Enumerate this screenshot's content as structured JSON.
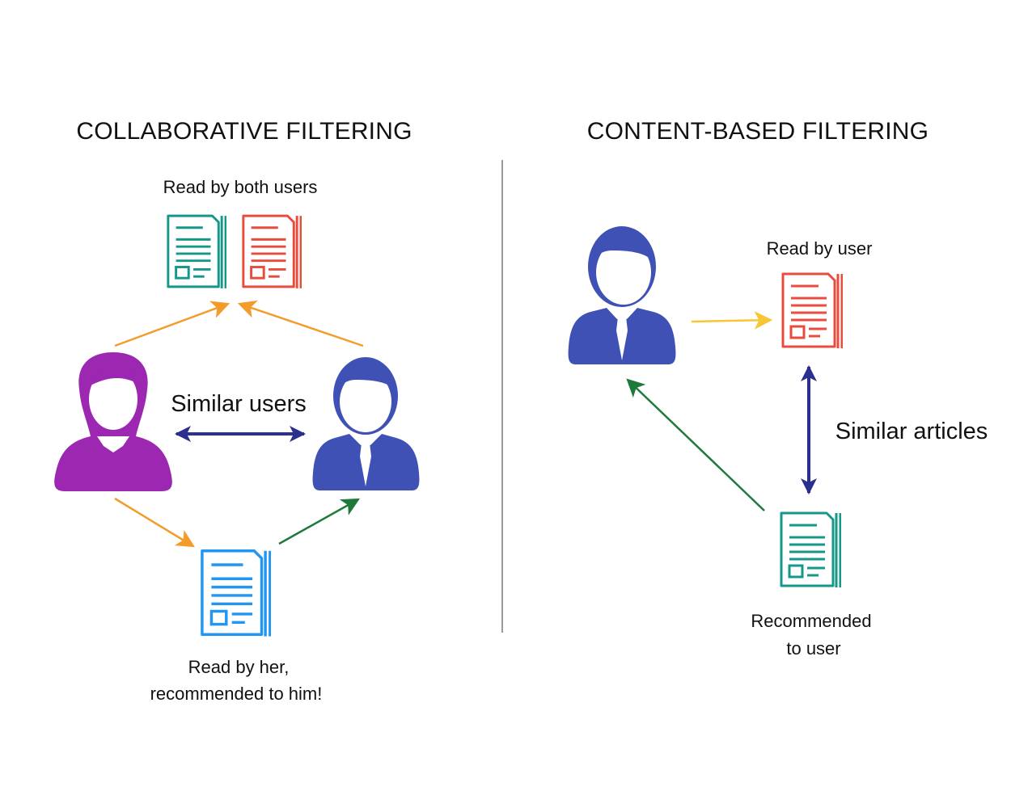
{
  "collaborative": {
    "title": "COLLABORATIVE FILTERING",
    "read_by_both_label": "Read by both users",
    "similar_users_label": "Similar users",
    "recommended_line1": "Read by her,",
    "recommended_line2": "recommended to him!"
  },
  "content_based": {
    "title": "CONTENT-BASED FILTERING",
    "read_by_user_label": "Read by user",
    "similar_articles_label": "Similar articles",
    "recommended_line1": "Recommended",
    "recommended_line2": "to user"
  },
  "icons": {
    "female_user": "female-user-icon",
    "male_user": "male-user-icon",
    "article": "document-icon"
  },
  "colors": {
    "female_user": "#9C27B0",
    "male_user": "#3F51B5",
    "doc_teal": "#15978A",
    "doc_red": "#E84C3D",
    "doc_blue": "#2196F3",
    "arrow_orange": "#F39C2A",
    "arrow_yellow": "#F7C634",
    "arrow_green": "#1E7A3A",
    "arrow_navy": "#2B2F8E",
    "divider": "#999999"
  }
}
